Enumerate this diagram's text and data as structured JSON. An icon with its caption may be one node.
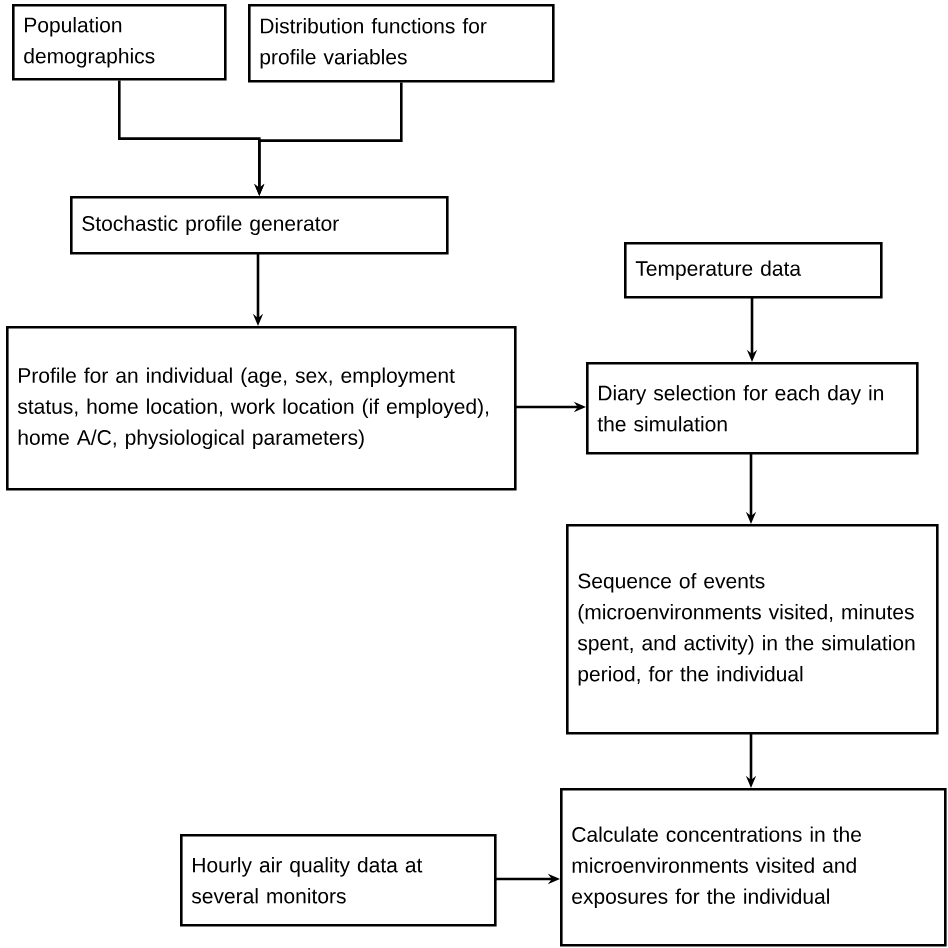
{
  "diagram": {
    "nodes": [
      {
        "text": [
          "Population demographics"
        ]
      },
      {
        "text": [
          "Distribution functions for profile variables"
        ]
      },
      {
        "text": [
          "Stochastic profile generator"
        ]
      },
      {
        "text": [
          "Temperature data"
        ]
      },
      {
        "text": [
          "Profile for an individual (age, sex, employment status, home location, work location (if employed), home A/C, physiological parameters)"
        ]
      },
      {
        "text": [
          "Diary selection for each day in the simulation"
        ]
      },
      {
        "text": [
          "Sequence of events (microenvironments visited, minutes spent, and activity) in the simulation period, for the individual"
        ]
      },
      {
        "text": [
          "Hourly air quality data at several monitors"
        ]
      },
      {
        "text": [
          "Calculate concentrations in the microenvironments visited and exposures for the individual"
        ]
      }
    ],
    "edges": [
      {
        "from": 0,
        "to": 2,
        "arrow": "to"
      },
      {
        "from": 1,
        "to": 2,
        "arrow": "to"
      },
      {
        "from": 2,
        "to": 4,
        "arrow": "to"
      },
      {
        "from": 3,
        "to": 5,
        "arrow": "to"
      },
      {
        "from": 4,
        "to": 5,
        "arrow": "to"
      },
      {
        "from": 5,
        "to": 6,
        "arrow": "to"
      },
      {
        "from": 6,
        "to": 8,
        "arrow": "to"
      },
      {
        "from": 7,
        "to": 8,
        "arrow": "to"
      }
    ]
  }
}
